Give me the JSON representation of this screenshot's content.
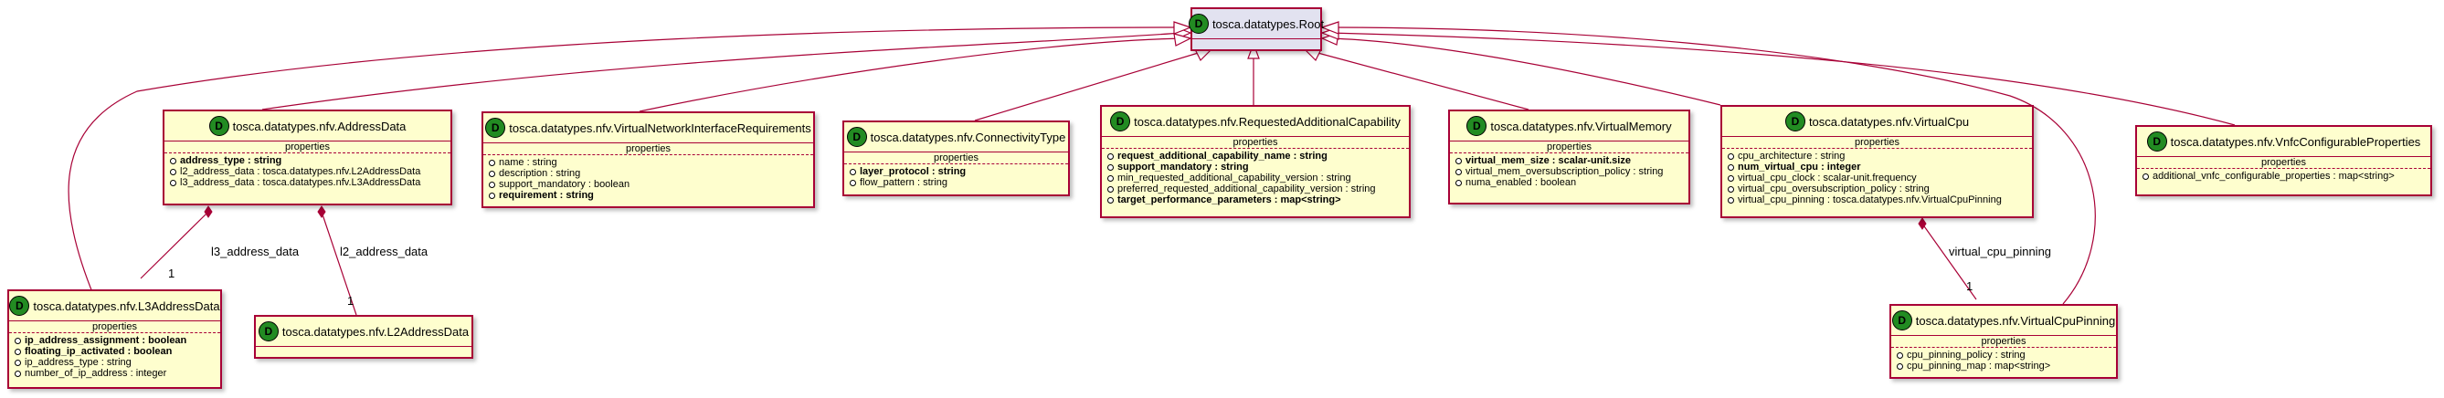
{
  "badge_letter": "D",
  "colors": {
    "line": "#a80036",
    "fill": "#fefece",
    "badge": "#228b22"
  },
  "root": {
    "name": "tosca.datatypes.Root"
  },
  "address_data": {
    "name": "tosca.datatypes.nfv.AddressData",
    "section": "properties",
    "props": [
      {
        "text": "address_type : string",
        "bold": true
      },
      {
        "text": "l2_address_data : tosca.datatypes.nfv.L2AddressData",
        "bold": false
      },
      {
        "text": "l3_address_data : tosca.datatypes.nfv.L3AddressData",
        "bold": false
      }
    ]
  },
  "vnir": {
    "name": "tosca.datatypes.nfv.VirtualNetworkInterfaceRequirements",
    "section": "properties",
    "props": [
      {
        "text": "name : string",
        "bold": false
      },
      {
        "text": "description : string",
        "bold": false
      },
      {
        "text": "support_mandatory : boolean",
        "bold": false
      },
      {
        "text": "requirement : string",
        "bold": true
      }
    ]
  },
  "connectivity": {
    "name": "tosca.datatypes.nfv.ConnectivityType",
    "section": "properties",
    "props": [
      {
        "text": "layer_protocol : string",
        "bold": true
      },
      {
        "text": "flow_pattern : string",
        "bold": false
      }
    ]
  },
  "rac": {
    "name": "tosca.datatypes.nfv.RequestedAdditionalCapability",
    "section": "properties",
    "props": [
      {
        "text": "request_additional_capability_name : string",
        "bold": true
      },
      {
        "text": "support_mandatory : string",
        "bold": true
      },
      {
        "text": "min_requested_additional_capability_version : string",
        "bold": false
      },
      {
        "text": "preferred_requested_additional_capability_version : string",
        "bold": false
      },
      {
        "text": "target_performance_parameters : map<string>",
        "bold": true
      }
    ]
  },
  "vmem": {
    "name": "tosca.datatypes.nfv.VirtualMemory",
    "section": "properties",
    "props": [
      {
        "text": "virtual_mem_size : scalar-unit.size",
        "bold": true
      },
      {
        "text": "virtual_mem_oversubscription_policy : string",
        "bold": false
      },
      {
        "text": "numa_enabled : boolean",
        "bold": false
      }
    ]
  },
  "vcpu": {
    "name": "tosca.datatypes.nfv.VirtualCpu",
    "section": "properties",
    "props": [
      {
        "text": "cpu_architecture : string",
        "bold": false
      },
      {
        "text": "num_virtual_cpu : integer",
        "bold": true
      },
      {
        "text": "virtual_cpu_clock : scalar-unit.frequency",
        "bold": false
      },
      {
        "text": "virtual_cpu_oversubscription_policy : string",
        "bold": false
      },
      {
        "text": "virtual_cpu_pinning : tosca.datatypes.nfv.VirtualCpuPinning",
        "bold": false
      }
    ]
  },
  "vnfc": {
    "name": "tosca.datatypes.nfv.VnfcConfigurableProperties",
    "section": "properties",
    "props": [
      {
        "text": "additional_vnfc_configurable_properties : map<string>",
        "bold": false
      }
    ]
  },
  "l3": {
    "name": "tosca.datatypes.nfv.L3AddressData",
    "section": "properties",
    "props": [
      {
        "text": "ip_address_assignment : boolean",
        "bold": true
      },
      {
        "text": "floating_ip_activated : boolean",
        "bold": true
      },
      {
        "text": "ip_address_type : string",
        "bold": false
      },
      {
        "text": "number_of_ip_address : integer",
        "bold": false
      }
    ]
  },
  "l2": {
    "name": "tosca.datatypes.nfv.L2AddressData"
  },
  "cpupin": {
    "name": "tosca.datatypes.nfv.VirtualCpuPinning",
    "section": "properties",
    "props": [
      {
        "text": "cpu_pinning_policy : string",
        "bold": false
      },
      {
        "text": "cpu_pinning_map : map<string>",
        "bold": false
      }
    ]
  },
  "assoc": {
    "l3_role": "l3_address_data",
    "l3_mult": "1",
    "l2_role": "l2_address_data",
    "l2_mult": "1",
    "pin_role": "virtual_cpu_pinning",
    "pin_mult": "1"
  }
}
